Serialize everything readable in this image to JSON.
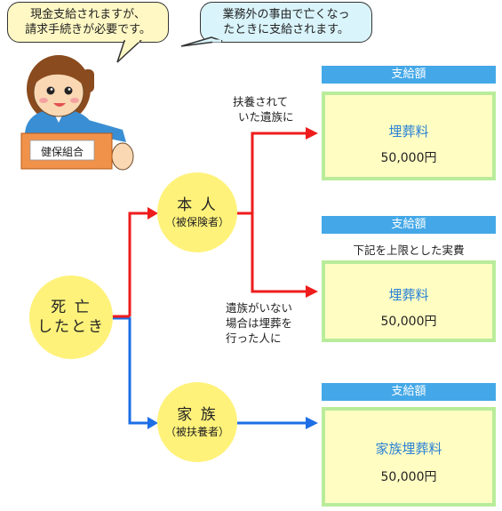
{
  "bubbles": {
    "left": [
      "現金支給されますが、",
      "請求手続きが必要です。"
    ],
    "right": [
      "業務外の事由で亡くなっ",
      "たときに支給されます。"
    ]
  },
  "sign": "健保組合",
  "nodes": {
    "death": [
      "死 亡",
      "したとき"
    ],
    "self": {
      "title": "本 人",
      "sub": "（被保険者）"
    },
    "family": {
      "title": "家 族",
      "sub": "（被扶養者）"
    }
  },
  "annotations": {
    "dependents": [
      "扶養されて",
      "いた遺族に"
    ],
    "no_family": [
      "遺族がいない",
      "場合は埋葬を",
      "行った人に"
    ]
  },
  "benefits": [
    {
      "header": "支給額",
      "note": "",
      "label": "埋葬料",
      "amount": "50,000円"
    },
    {
      "header": "支給額",
      "note": "下記を上限とした実費",
      "label": "埋葬料",
      "amount": "50,000円"
    },
    {
      "header": "支給額",
      "note": "",
      "label": "家族埋葬料",
      "amount": "50,000円"
    }
  ],
  "colors": {
    "red_path": "#ee1c1c",
    "blue_path": "#1c6fe6",
    "header_blue": "#44a8e8",
    "box_border": "#b9ec9a",
    "circle_yellow": "#fff27a"
  }
}
